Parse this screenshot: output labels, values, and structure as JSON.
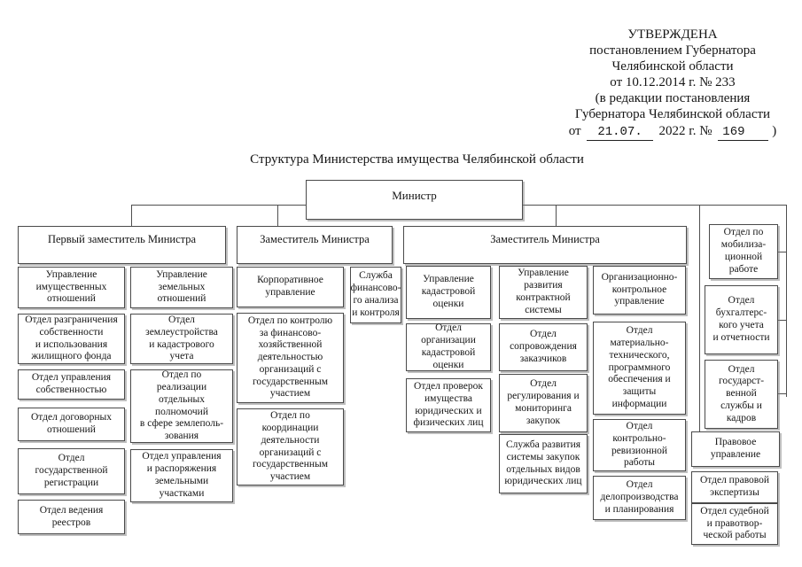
{
  "approval": {
    "line1": "УТВЕРЖДЕНА",
    "line2": "постановлением Губернатора",
    "line3": "Челябинской области",
    "line4": "от 10.12.2014 г. № 233",
    "line5": "(в редакции постановления",
    "line6": "Губернатора Челябинской области",
    "line7_prefix": "от",
    "line7_date": "21.07.",
    "line7_mid": "2022 г. №",
    "line7_number": "169",
    "line7_suffix": ")"
  },
  "title": "Структура Министерства имущества Челябинской области",
  "chart": {
    "minister": "Министр",
    "row2": [
      "Первый заместитель Министра",
      "Заместитель Министра",
      "Заместитель Министра"
    ],
    "col1": [
      "Управление\nимущественных\nотношений",
      "Отдел разграничения\nсобственности\nи использования\nжилищного фонда",
      "Отдел управления\nсобственностью",
      "Отдел договорных\nотношений",
      "Отдел\nгосударственной\nрегистрации",
      "Отдел ведения\nреестров"
    ],
    "col2": [
      "Управление\nземельных\nотношений",
      "Отдел\nземлеустройства\nи кадастрового\nучета",
      "Отдел по\nреализации\nотдельных\nполномочий\nв сфере землеполь-\nзования",
      "Отдел управления\nи распоряжения\nземельными\nучастками"
    ],
    "col3": [
      "Корпоративное\nуправление",
      "Отдел по контролю\nза финансово-\nхозяйственной\nдеятельностью\nорганизаций с\nгосударственным\nучастием",
      "Отдел  по\nкоординации\nдеятельности\nорганизаций с\nгосударственным\nучастием"
    ],
    "col4": [
      "Служба\nфинансово-\nго анализа\nи контроля"
    ],
    "col5": [
      "Управление\nкадастровой\nоценки",
      "Отдел\nорганизации\nкадастровой\nоценки",
      "Отдел проверок\nимущества\nюридических и\nфизических лиц"
    ],
    "col6": [
      "Управление\nразвития\nконтрактной\nсистемы",
      "Отдел\nсопровождения\nзаказчиков",
      "Отдел\nрегулирования и\nмониторинга\nзакупок",
      "Служба развития\nсистемы закупок\nотдельных видов\nюридических лиц"
    ],
    "col7": [
      "Организационно-\nконтрольное\nуправление",
      "Отдел\nматериально-\nтехнического,\nпрограммного\nобеспечения и\nзащиты\nинформации",
      "Отдел\nконтрольно-\nревизионной\nработы",
      "Отдел\nделопроизводства\nи планирования"
    ],
    "right": [
      "Отдел по\nмобилиза-\nционной\nработе",
      "Отдел\nбухгалтерс-\nкого учета\nи отчетности",
      "Отдел\nгосударст-\nвенной\nслужбы и\nкадров",
      "Правовое\nуправление",
      "Отдел правовой\nэкспертизы",
      "Отдел судебной\nи правотвор-\nческой работы"
    ]
  }
}
